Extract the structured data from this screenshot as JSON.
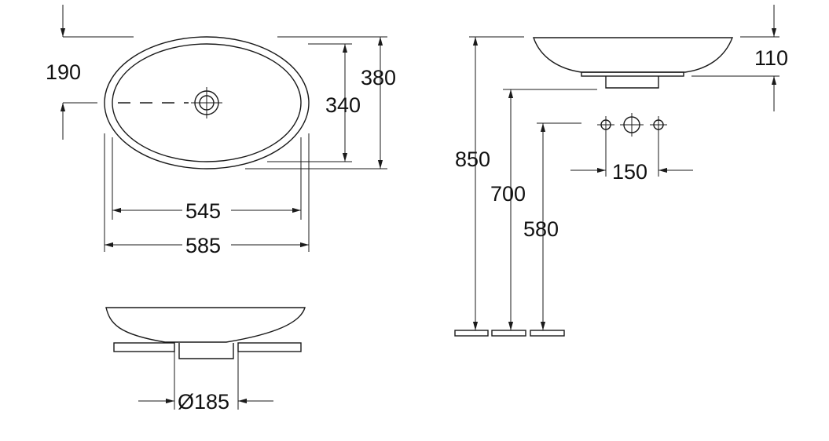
{
  "dimensions": {
    "top_offset": "190",
    "outer_depth": "380",
    "inner_depth": "340",
    "inner_width": "545",
    "outer_width": "585",
    "waste_diameter": "Ø185",
    "bowl_height": "110",
    "mount_height_850": "850",
    "mount_height_700": "700",
    "mount_height_580": "580",
    "tap_spacing": "150"
  },
  "icons": [
    "arrow-head",
    "waste-outlet",
    "tap-hole"
  ]
}
